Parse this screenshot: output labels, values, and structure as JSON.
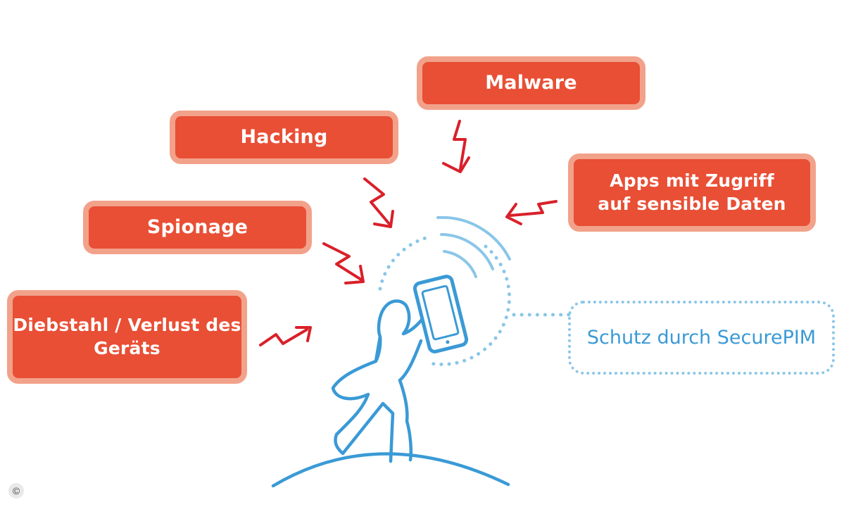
{
  "threats": {
    "malware": "Malware",
    "hacking": "Hacking",
    "apps_line1": "Apps mit Zugriff",
    "apps_line2": "auf sensible Daten",
    "spionage": "Spionage",
    "diebstahl_line1": "Diebstahl / Verlust des",
    "diebstahl_line2": "Geräts"
  },
  "protection": {
    "label": "Schutz durch SecurePIM"
  },
  "footer": {
    "copyright_symbol": "©"
  },
  "colors": {
    "threat_fill": "#e84f35",
    "threat_border": "#f2a28a",
    "arrow_red": "#d9202a",
    "figure_blue": "#3a9ad6",
    "signal_light_blue": "#8ac6e8"
  }
}
